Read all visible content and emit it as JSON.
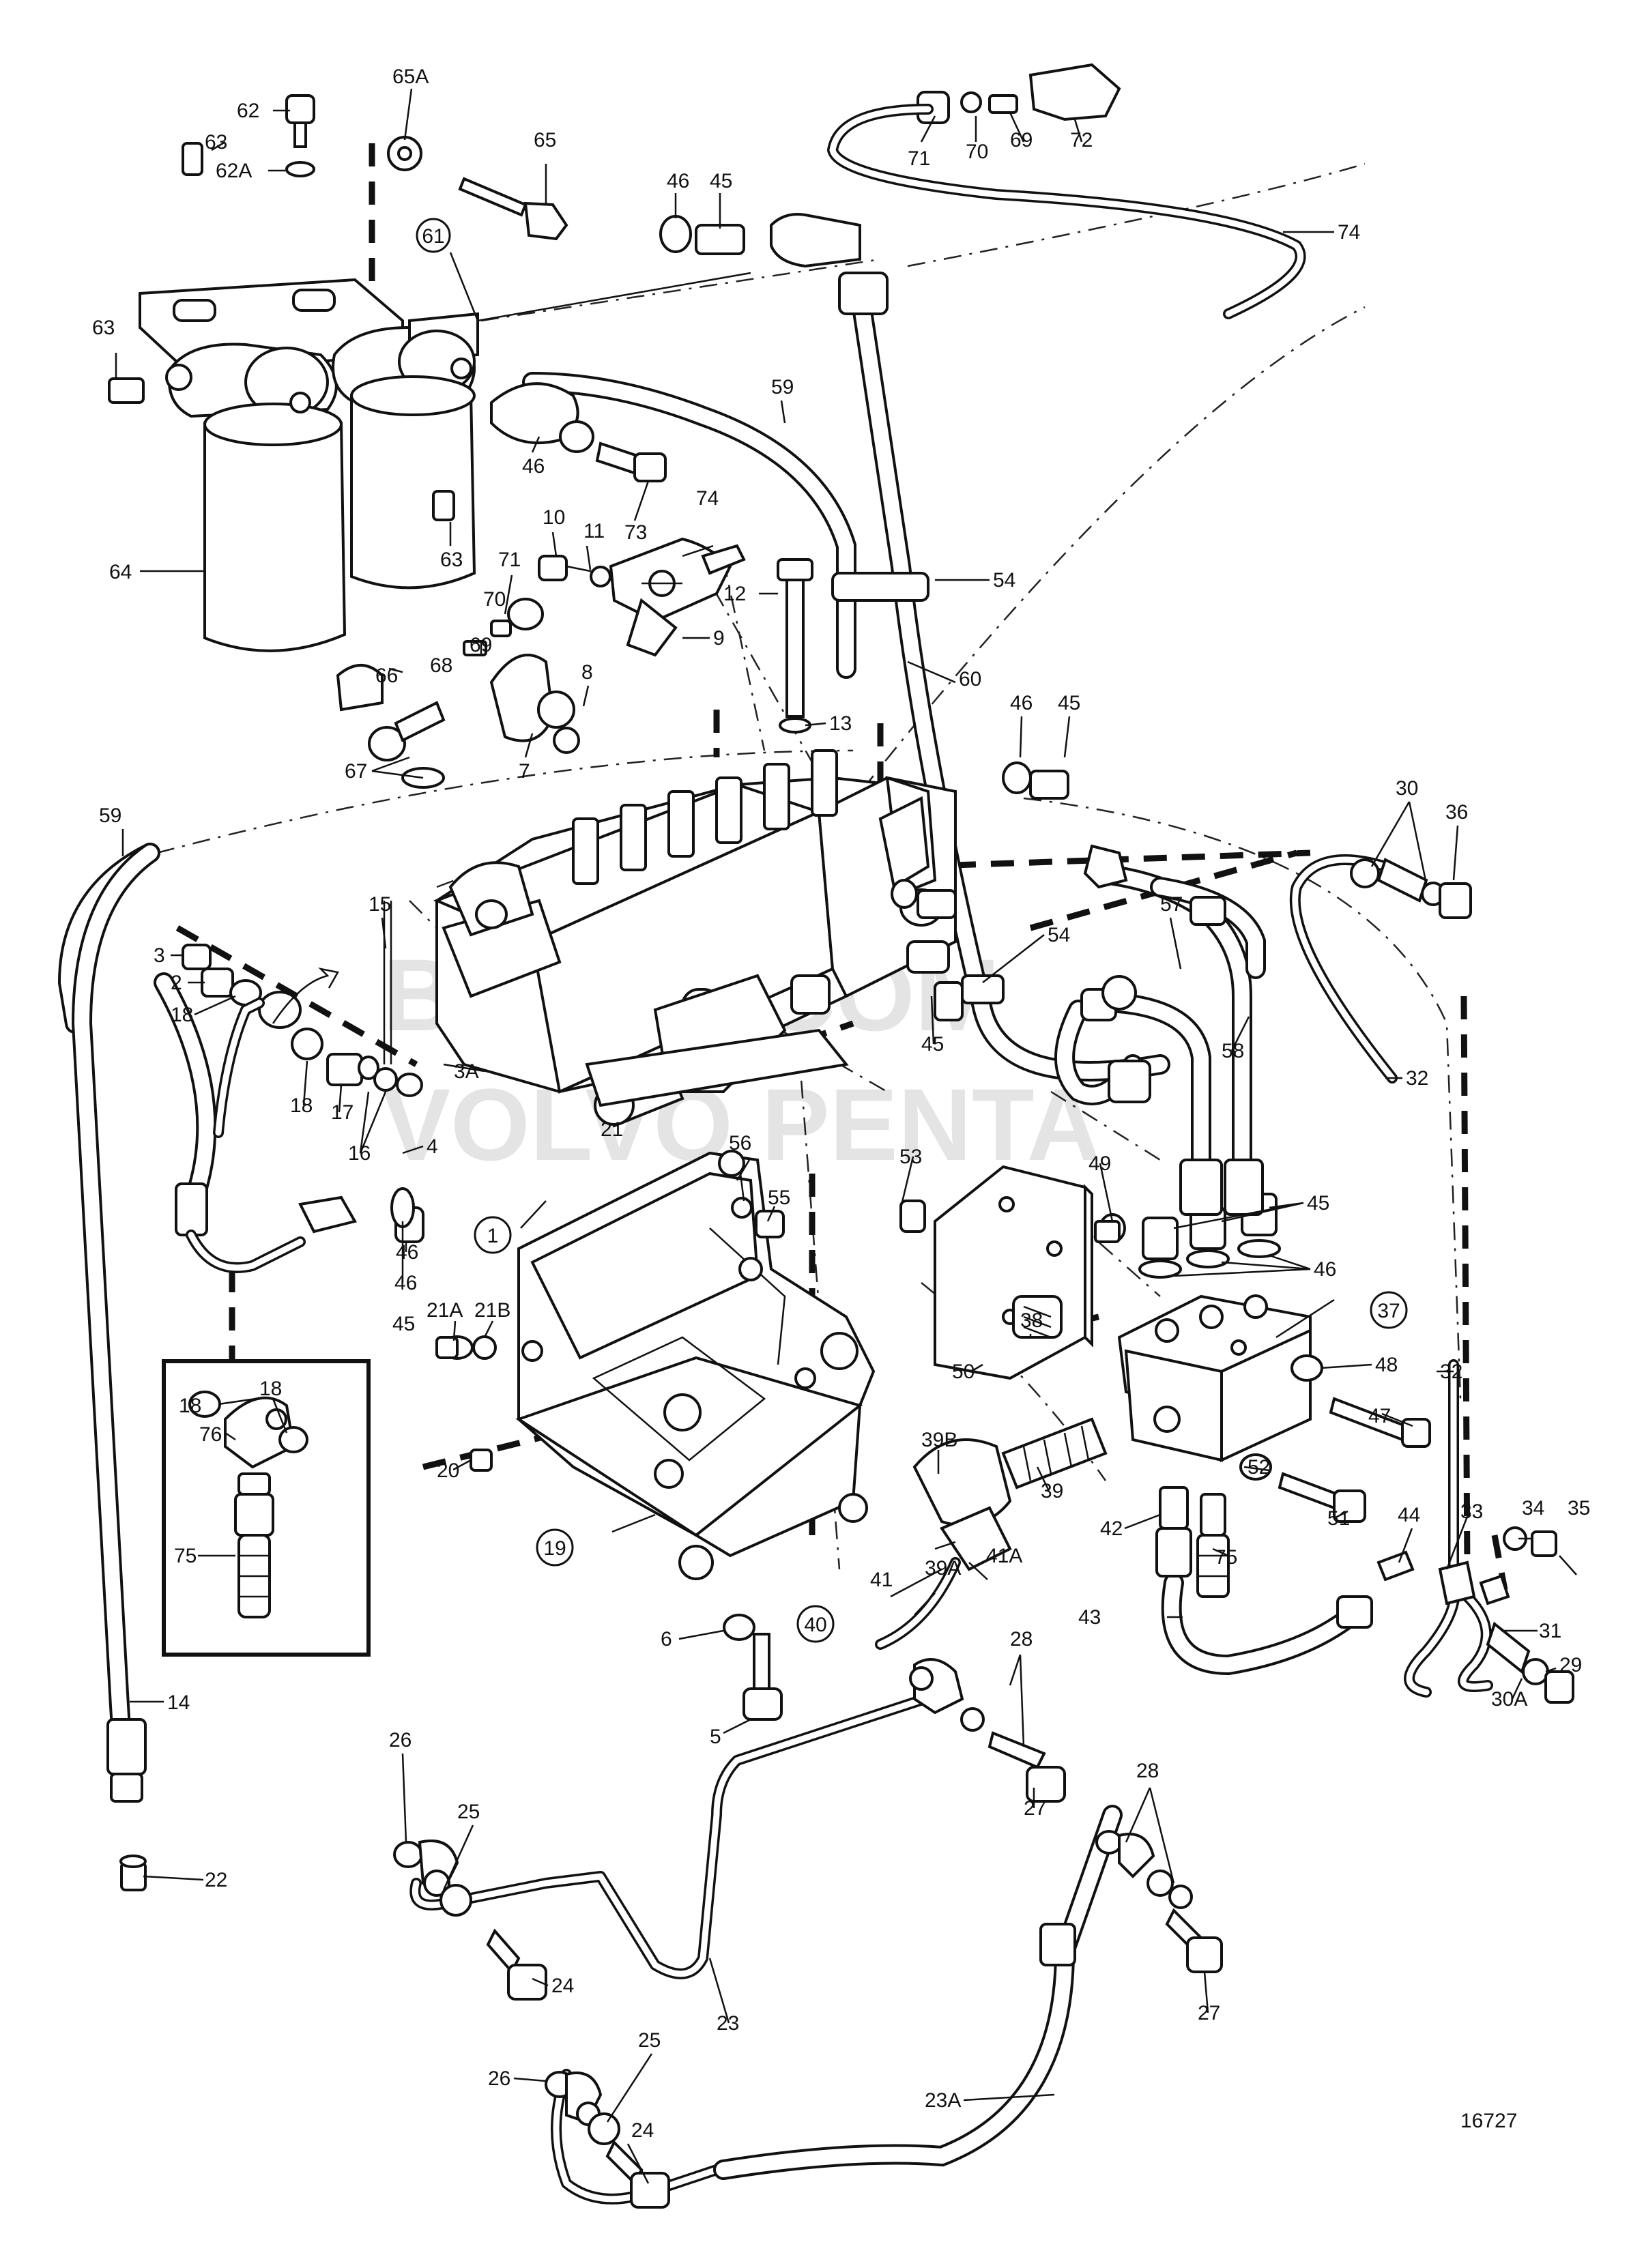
{
  "figure_number": "16727",
  "callouts": [
    {
      "id": "62",
      "text": "62"
    },
    {
      "id": "65A",
      "text": "65A"
    },
    {
      "id": "63a",
      "text": "63"
    },
    {
      "id": "62A",
      "text": "62A"
    },
    {
      "id": "65",
      "text": "65"
    },
    {
      "id": "46a",
      "text": "46"
    },
    {
      "id": "45a",
      "text": "45"
    },
    {
      "id": "61",
      "text": "61",
      "circled": true
    },
    {
      "id": "63b",
      "text": "63"
    },
    {
      "id": "71a",
      "text": "71"
    },
    {
      "id": "70a",
      "text": "70"
    },
    {
      "id": "69a",
      "text": "69"
    },
    {
      "id": "72",
      "text": "72"
    },
    {
      "id": "74a",
      "text": "74"
    },
    {
      "id": "59a",
      "text": "59"
    },
    {
      "id": "46b",
      "text": "46"
    },
    {
      "id": "73",
      "text": "73"
    },
    {
      "id": "64",
      "text": "64"
    },
    {
      "id": "63c",
      "text": "63"
    },
    {
      "id": "10",
      "text": "10"
    },
    {
      "id": "11",
      "text": "11"
    },
    {
      "id": "74b",
      "text": "74"
    },
    {
      "id": "71b",
      "text": "71"
    },
    {
      "id": "70b",
      "text": "70"
    },
    {
      "id": "12",
      "text": "12"
    },
    {
      "id": "54a",
      "text": "54"
    },
    {
      "id": "9",
      "text": "9"
    },
    {
      "id": "66",
      "text": "66"
    },
    {
      "id": "69b",
      "text": "69"
    },
    {
      "id": "68",
      "text": "68"
    },
    {
      "id": "60",
      "text": "60"
    },
    {
      "id": "8",
      "text": "8"
    },
    {
      "id": "13",
      "text": "13"
    },
    {
      "id": "67",
      "text": "67"
    },
    {
      "id": "7",
      "text": "7"
    },
    {
      "id": "46c",
      "text": "46"
    },
    {
      "id": "45b",
      "text": "45"
    },
    {
      "id": "59b",
      "text": "59"
    },
    {
      "id": "30a",
      "text": "30"
    },
    {
      "id": "36",
      "text": "36"
    },
    {
      "id": "15",
      "text": "15"
    },
    {
      "id": "3",
      "text": "3"
    },
    {
      "id": "2",
      "text": "2"
    },
    {
      "id": "18a",
      "text": "18"
    },
    {
      "id": "57",
      "text": "57"
    },
    {
      "id": "54b",
      "text": "54"
    },
    {
      "id": "58",
      "text": "58"
    },
    {
      "id": "32a",
      "text": "32"
    },
    {
      "id": "3A",
      "text": "3A"
    },
    {
      "id": "18b",
      "text": "18"
    },
    {
      "id": "17",
      "text": "17"
    },
    {
      "id": "16",
      "text": "16"
    },
    {
      "id": "4",
      "text": "4"
    },
    {
      "id": "46d",
      "text": "46"
    },
    {
      "id": "45c",
      "text": "45"
    },
    {
      "id": "53",
      "text": "53"
    },
    {
      "id": "49",
      "text": "49"
    },
    {
      "id": "45d",
      "text": "45"
    },
    {
      "id": "46e",
      "text": "46"
    },
    {
      "id": "21",
      "text": "21"
    },
    {
      "id": "56",
      "text": "56"
    },
    {
      "id": "55",
      "text": "55"
    },
    {
      "id": "1",
      "text": "1",
      "circled": true
    },
    {
      "id": "46f",
      "text": "46"
    },
    {
      "id": "45e",
      "text": "45"
    },
    {
      "id": "37",
      "text": "37",
      "circled": true
    },
    {
      "id": "21A",
      "text": "21A"
    },
    {
      "id": "21B",
      "text": "21B"
    },
    {
      "id": "38",
      "text": "38"
    },
    {
      "id": "50",
      "text": "50"
    },
    {
      "id": "48",
      "text": "48"
    },
    {
      "id": "32b",
      "text": "32"
    },
    {
      "id": "18c",
      "text": "18"
    },
    {
      "id": "18d",
      "text": "18"
    },
    {
      "id": "76",
      "text": "76"
    },
    {
      "id": "47",
      "text": "47"
    },
    {
      "id": "20",
      "text": "20"
    },
    {
      "id": "39B",
      "text": "39B"
    },
    {
      "id": "39",
      "text": "39"
    },
    {
      "id": "52",
      "text": "52"
    },
    {
      "id": "75a",
      "text": "75"
    },
    {
      "id": "19",
      "text": "19",
      "circled": true
    },
    {
      "id": "42",
      "text": "42"
    },
    {
      "id": "51",
      "text": "51"
    },
    {
      "id": "34",
      "text": "34"
    },
    {
      "id": "35",
      "text": "35"
    },
    {
      "id": "39A",
      "text": "39A"
    },
    {
      "id": "41A",
      "text": "41A"
    },
    {
      "id": "41",
      "text": "41"
    },
    {
      "id": "75b",
      "text": "75"
    },
    {
      "id": "44",
      "text": "44"
    },
    {
      "id": "33",
      "text": "33"
    },
    {
      "id": "40",
      "text": "40",
      "circled": true
    },
    {
      "id": "43",
      "text": "43"
    },
    {
      "id": "6",
      "text": "6"
    },
    {
      "id": "28a",
      "text": "28"
    },
    {
      "id": "31",
      "text": "31"
    },
    {
      "id": "29",
      "text": "29"
    },
    {
      "id": "14",
      "text": "14"
    },
    {
      "id": "5",
      "text": "5"
    },
    {
      "id": "30A",
      "text": "30A"
    },
    {
      "id": "26a",
      "text": "26"
    },
    {
      "id": "25a",
      "text": "25"
    },
    {
      "id": "27a",
      "text": "27"
    },
    {
      "id": "28b",
      "text": "28"
    },
    {
      "id": "22",
      "text": "22"
    },
    {
      "id": "24a",
      "text": "24"
    },
    {
      "id": "27b",
      "text": "27"
    },
    {
      "id": "23",
      "text": "23"
    },
    {
      "id": "25b",
      "text": "25"
    },
    {
      "id": "26b",
      "text": "26"
    },
    {
      "id": "23A",
      "text": "23A"
    },
    {
      "id": "24b",
      "text": "24"
    }
  ],
  "watermark": {
    "line1": "BOATS.COM",
    "line2": "VOLVO PENTA"
  },
  "colors": {
    "ink": "#111111",
    "paper": "#ffffff",
    "watermark": "#cfcfcf"
  }
}
